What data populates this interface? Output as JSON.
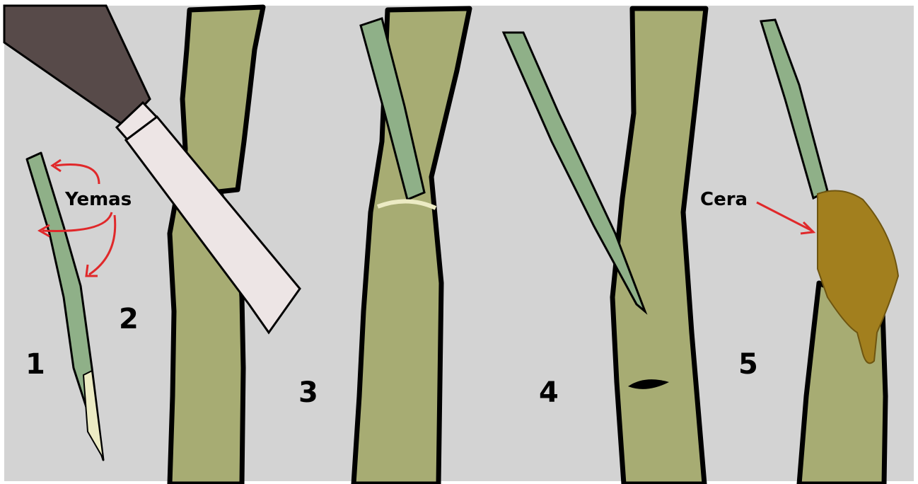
{
  "diagram": {
    "colors": {
      "background": "#d3d3d3",
      "bark": "#a7ac73",
      "bark_outline": "#000000",
      "scion": "#8fb088",
      "cut_surface": "#ecebc4",
      "knife_handle": "#574a49",
      "knife_blade": "#ede5e5",
      "wax": "#a27f1e",
      "annotation_arrow": "#e0282a"
    },
    "steps": [
      {
        "number": "1"
      },
      {
        "number": "2"
      },
      {
        "number": "3"
      },
      {
        "number": "4"
      },
      {
        "number": "5"
      }
    ],
    "annotations": {
      "buds": "Yemas",
      "wax": "Cera"
    }
  }
}
